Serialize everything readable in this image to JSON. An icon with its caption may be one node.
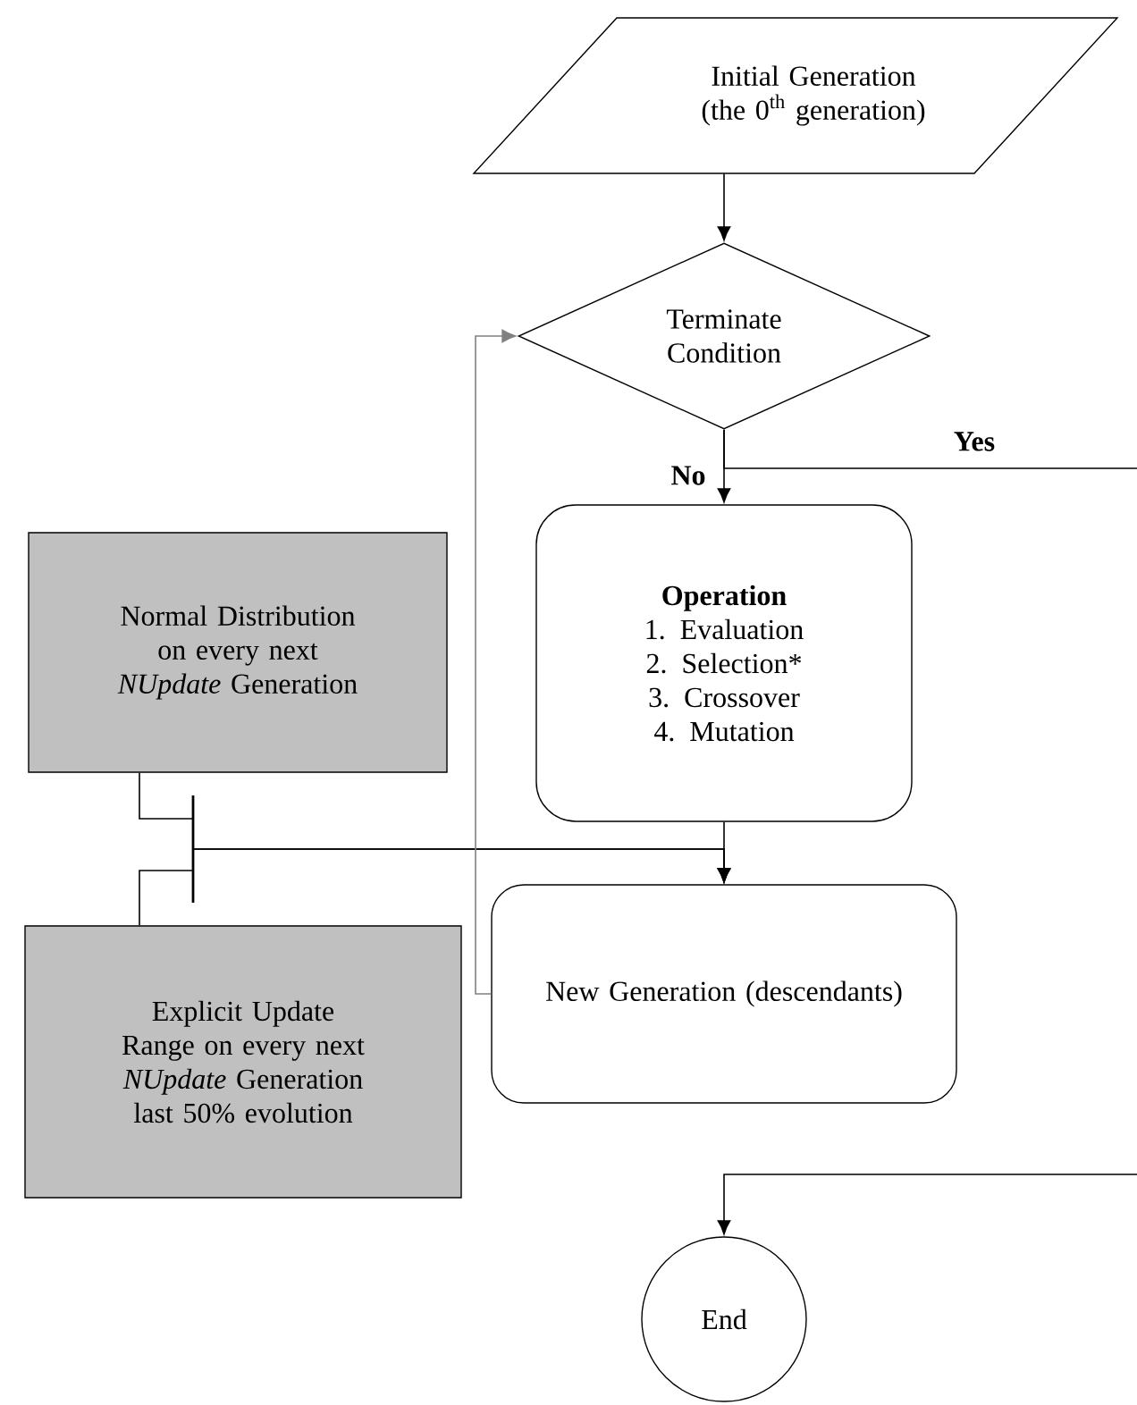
{
  "diagram": {
    "nodes": [
      {
        "text": [
          "Initial Generation (the 0$^{th}$ generation)"
        ]
      },
      {
        "text": [
          "Terminate Condition"
        ]
      },
      {
        "text": [
          "Normal Distribution on every next *NUpdate* Generation"
        ]
      },
      {
        "text": [
          "Operation",
          "1. Evaluation",
          "2. Selection*",
          "3. Crossover",
          "4. Mutation"
        ]
      },
      {
        "text": [
          "Explicit Update Range on every next *NUpdate* Generation last 50% evolution"
        ]
      },
      {
        "text": [
          "New Generation (descendants)"
        ]
      },
      {
        "text": [
          "End"
        ]
      }
    ],
    "edges": [
      {
        "from": 0,
        "to": 1,
        "arrow": "to"
      },
      {
        "from": 1,
        "to": 3,
        "arrow": "to",
        "label": "No"
      },
      {
        "from": 1,
        "to": null,
        "arrow": "none",
        "label": "Yes"
      },
      {
        "from": 3,
        "to": 5,
        "arrow": "to"
      },
      {
        "from": 2,
        "to": 5,
        "arrow": "to"
      },
      {
        "from": 4,
        "to": 5,
        "arrow": "to"
      },
      {
        "from": 5,
        "to": 1,
        "arrow": "to",
        "color": "#808080"
      },
      {
        "from": null,
        "to": 6,
        "arrow": "to"
      }
    ]
  }
}
